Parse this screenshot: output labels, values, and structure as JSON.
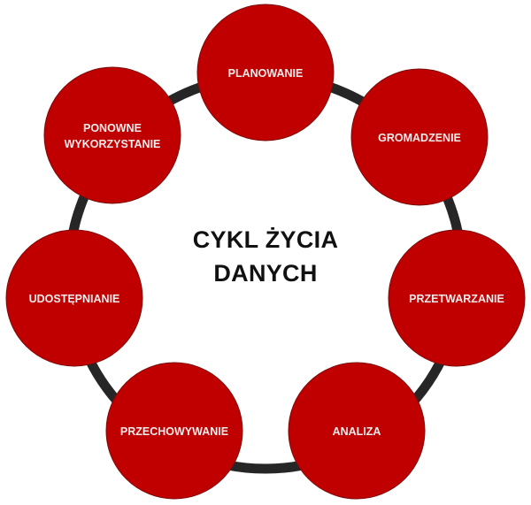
{
  "title": {
    "line1": "CYKL ŻYCIA",
    "line2": "DANYCH"
  },
  "colors": {
    "node_fill": "#c00000",
    "node_stroke": "#7a0c0c",
    "ring": "#262626",
    "node_text": "#f4ecec",
    "title_text": "#111111",
    "background": "#ffffff"
  },
  "stages": [
    {
      "label": "PLANOWANIE",
      "lines": [
        "PLANOWANIE"
      ]
    },
    {
      "label": "GROMADZENIE",
      "lines": [
        "GROMADZENIE"
      ]
    },
    {
      "label": "PRZETWARZANIE",
      "lines": [
        "PRZETWARZANIE"
      ]
    },
    {
      "label": "ANALIZA",
      "lines": [
        "ANALIZA"
      ]
    },
    {
      "label": "PRZECHOWYWANIE",
      "lines": [
        "PRZECHOWYWANIE"
      ]
    },
    {
      "label": "UDOSTĘPNIANIE",
      "lines": [
        "UDOSTĘPNIANIE"
      ]
    },
    {
      "label": "PONOWNE WYKORZYSTANIE",
      "lines": [
        "PONOWNE",
        "WYKORZYSTANIE"
      ]
    }
  ]
}
